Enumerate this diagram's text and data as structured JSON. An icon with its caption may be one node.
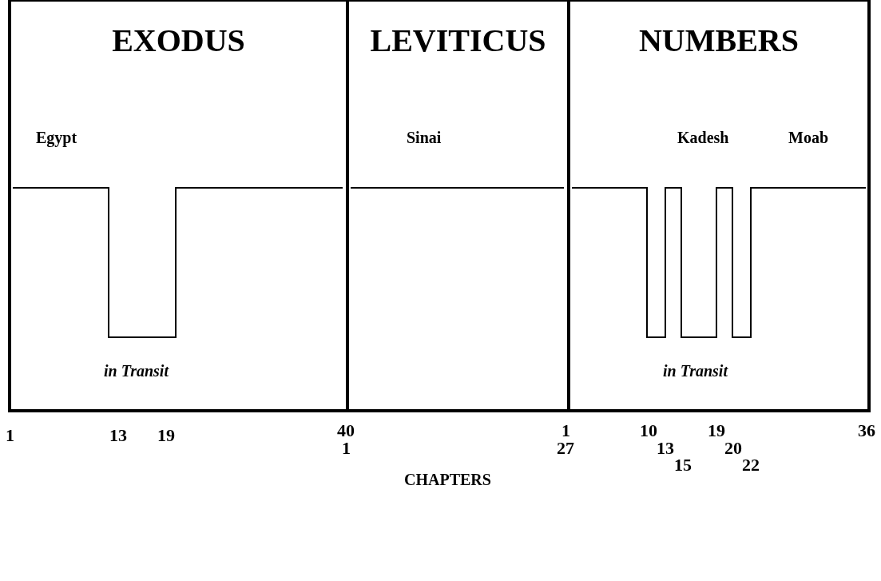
{
  "diagram": {
    "nodes": [
      {
        "text": [
          "EXODUS"
        ]
      },
      {
        "text": [
          "LEVITICUS"
        ]
      },
      {
        "text": [
          "NUMBERS"
        ]
      }
    ],
    "labels": [
      "Egypt",
      "Sinai",
      "Kadesh",
      "Moab",
      "in Transit",
      "in Transit",
      "1",
      "13",
      "19",
      "40",
      "1",
      "1",
      "27",
      "10",
      "13",
      "15",
      "19",
      "20",
      "22",
      "36",
      "CHAPTERS"
    ]
  }
}
